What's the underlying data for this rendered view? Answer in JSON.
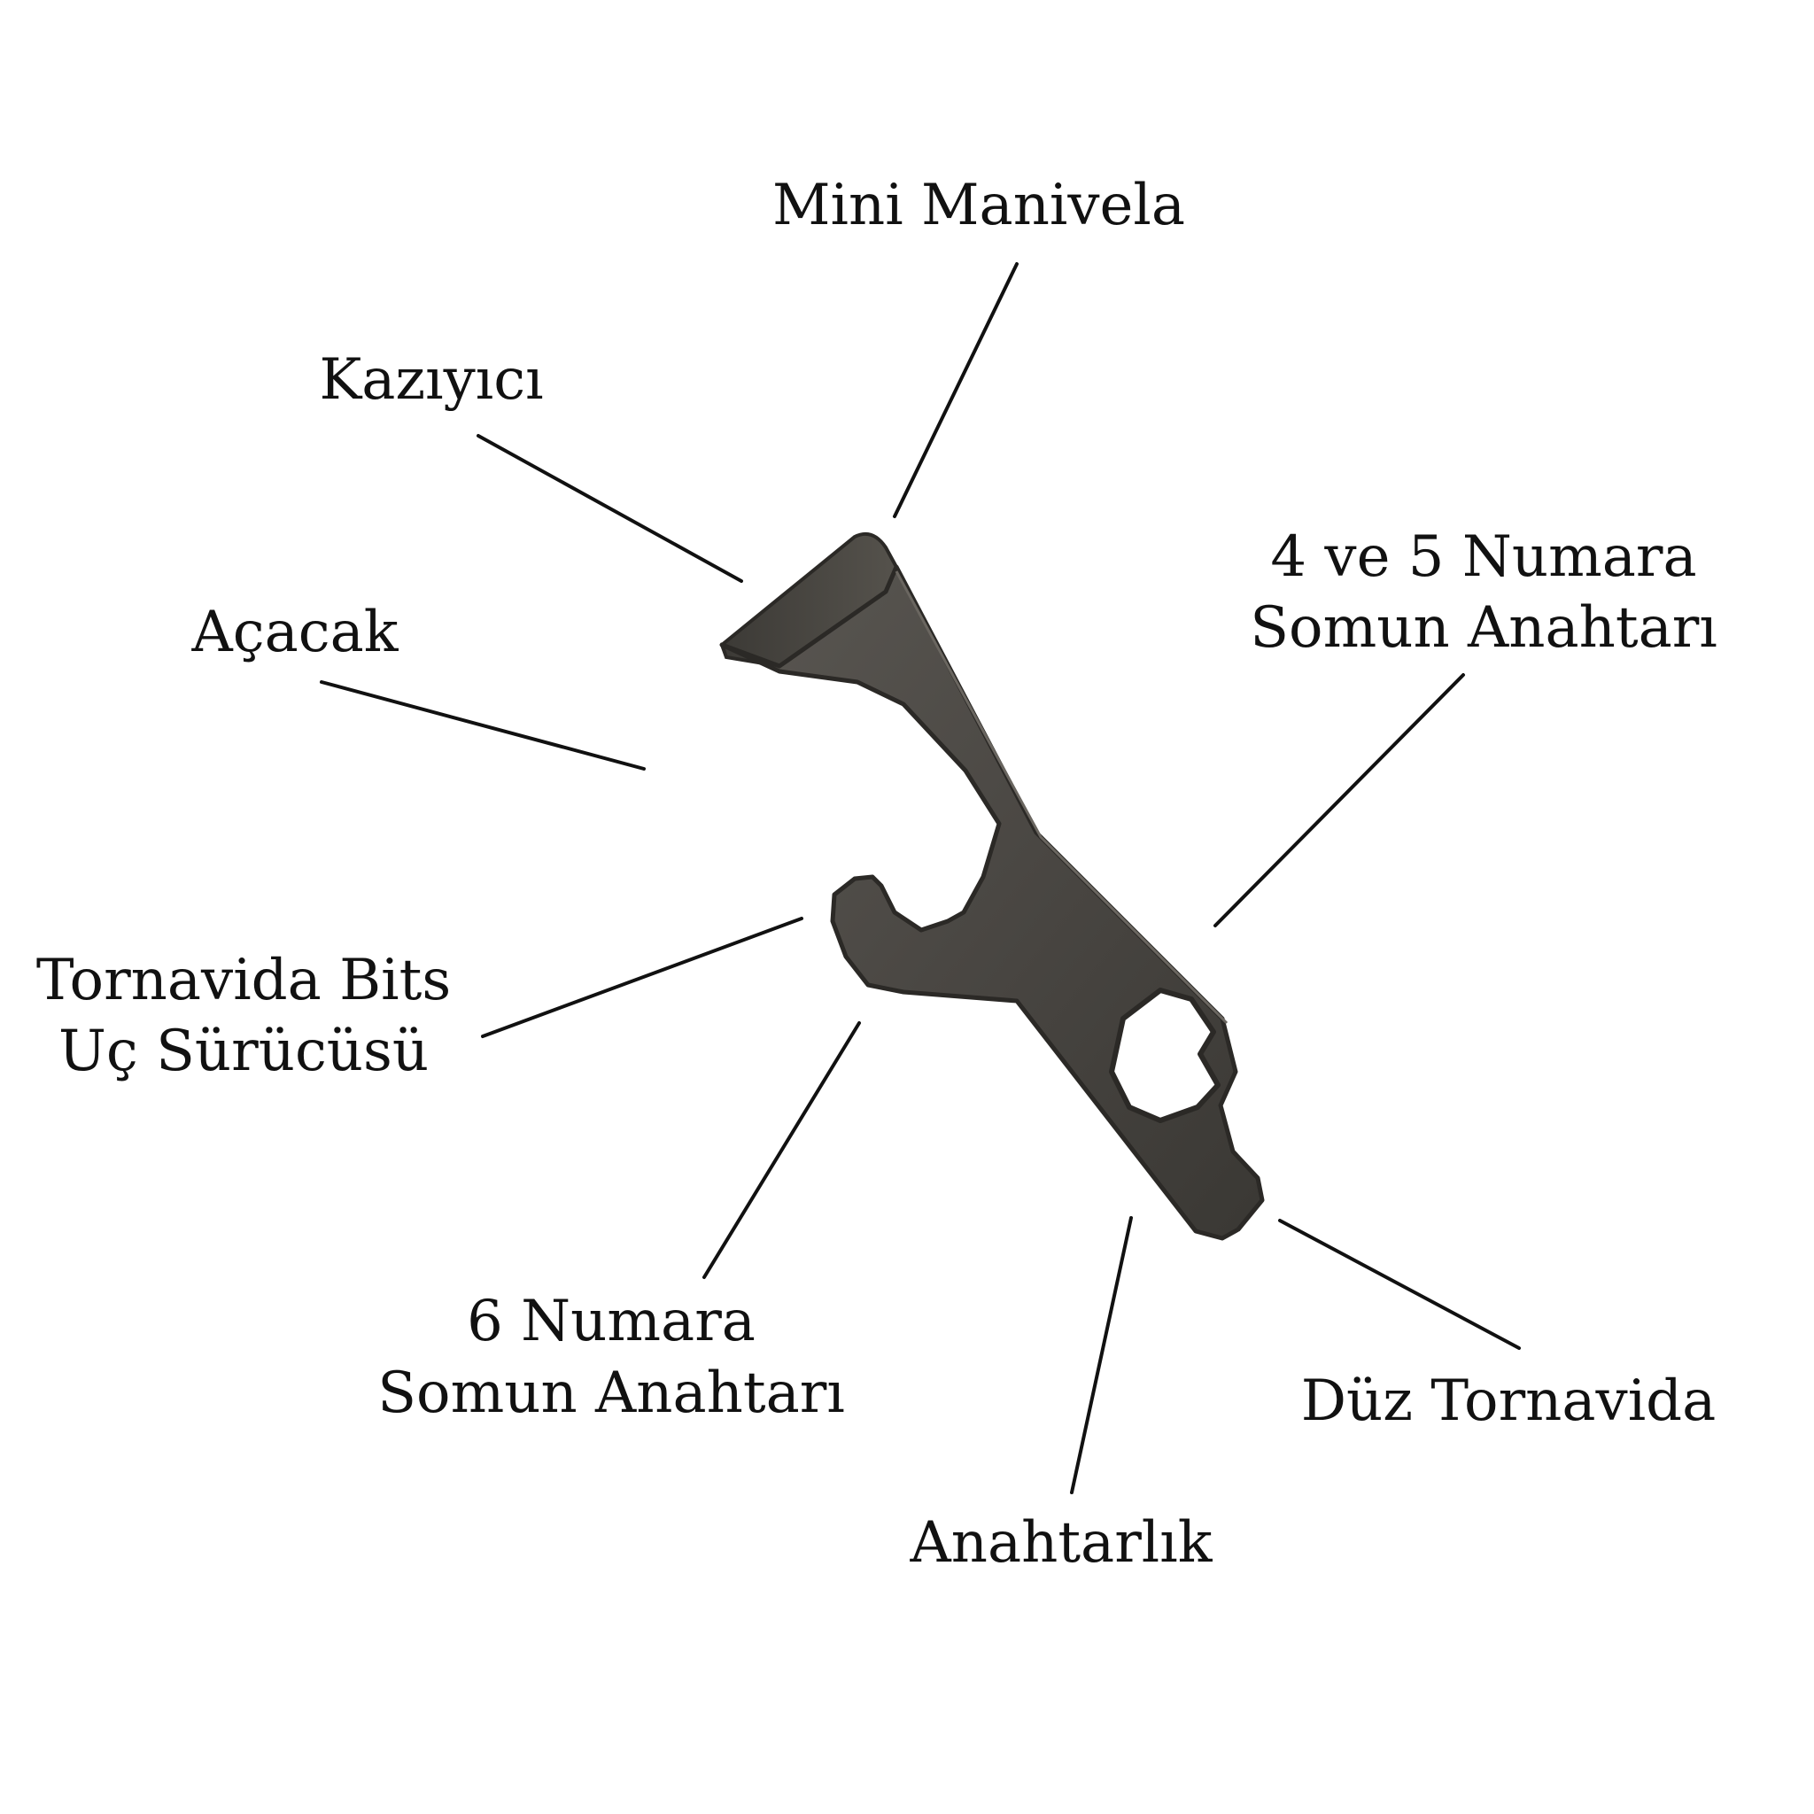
{
  "labels": {
    "mini_manivela": "Mini Manivela",
    "kaziyici": "Kazıyıcı",
    "acacak": "Açacak",
    "somun_4_5_line1": "4 ve 5 Numara",
    "somun_4_5_line2": "Somun Anahtarı",
    "tornavida_bits_line1": "Tornavida Bits",
    "tornavida_bits_line2": "Uç Sürücüsü",
    "somun_6_line1": "6 Numara",
    "somun_6_line2": "Somun Anahtarı",
    "duz_tornavida": "Düz Tornavida",
    "anahtarlik": "Anahtarlık"
  },
  "colors": {
    "background": "#ffffff",
    "text": "#111111",
    "leader_line": "#111111",
    "tool_body": "#4a4743",
    "tool_edge": "#2b2926",
    "tool_highlight": "#6a6660"
  }
}
